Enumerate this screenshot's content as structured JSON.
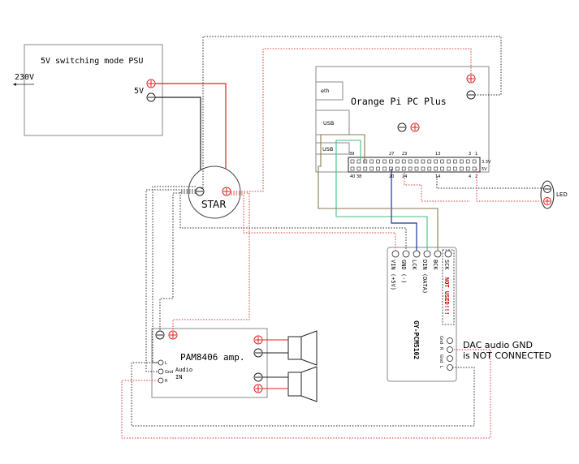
{
  "psu": {
    "label": "5V switching mode PSU",
    "output_label": "5V",
    "mains_label": "230V"
  },
  "star": {
    "label": "STAR"
  },
  "orangepi": {
    "label": "Orange Pi PC Plus",
    "eth_label": "eth",
    "usb_label": "USB",
    "gpio_top_labels": [
      "39",
      "27",
      "23",
      "13",
      "3",
      "1"
    ],
    "gpio_bottom_labels": [
      "40 38",
      "20",
      "24",
      "14",
      "4",
      "2"
    ],
    "gpio_side_labels": [
      "3.3V",
      "5V"
    ]
  },
  "led": {
    "label": "LED"
  },
  "dac": {
    "model": "GY-PCM5102",
    "pins": [
      "VIN (+5V)",
      "GND (-)",
      "LCK",
      "DIN (DATA)",
      "BCK",
      "SCK"
    ],
    "sck_warning": "NOT USED!!!",
    "out_pins": [
      "Gnd",
      "R",
      "Gnd",
      "L"
    ],
    "note_line1": "DAC audio GND",
    "note_line2": "is NOT CONNECTED"
  },
  "amp": {
    "label": "PAM8406 amp.",
    "audio_label": "Audio",
    "in_label": "IN",
    "inputs": [
      "L",
      "Gnd",
      "R"
    ]
  },
  "colors": {
    "positive": "#e02020",
    "negative": "#222222",
    "din_wire": "#40c080",
    "lck_wire": "#2030a0",
    "bck_wire": "#8a7a50"
  }
}
